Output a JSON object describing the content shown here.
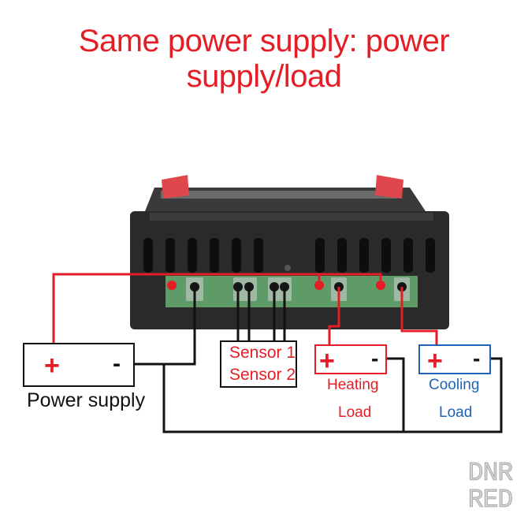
{
  "title": "Same power supply: power supply/load",
  "sensors": {
    "sensor1": "Sensor 1",
    "sensor2": "Sensor 2"
  },
  "power_supply": {
    "label": "Power supply",
    "plus": "+",
    "minus": "-"
  },
  "heating_load": {
    "line1": "Heating",
    "line2": "Load",
    "plus": "+",
    "minus": "-"
  },
  "cooling_load": {
    "line1": "Cooling",
    "line2": "Load",
    "plus": "+",
    "minus": "-"
  },
  "colors": {
    "red": "#e41e26",
    "blue": "#1d63b7",
    "wire_black": "#111111",
    "device_body": "#2a2a2a",
    "terminal_green": "#5f9b68"
  },
  "watermark": "DNR RED"
}
